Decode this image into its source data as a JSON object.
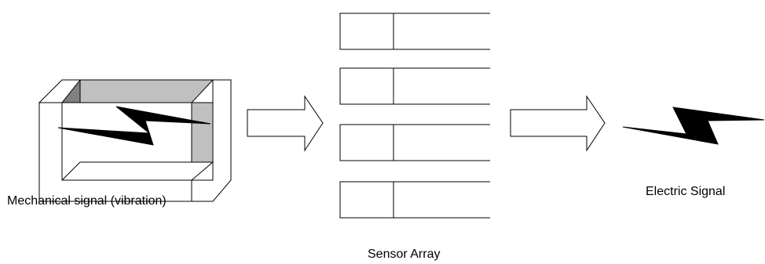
{
  "diagram": {
    "labels": {
      "mechanical_signal": "Mechanical signal (vibration)",
      "sensor_array": "Sensor Array",
      "electric_signal": "Electric Signal"
    },
    "components": {
      "mechanical_box_icon": "open-box-with-lightning",
      "arrow_icon": "block-right-arrow",
      "sensor_icon": "sensor-element",
      "signal_icon": "lightning-bolt"
    },
    "sensor_count": 4,
    "colors": {
      "stroke": "#000000",
      "box_back_wall": "#c0c0c0",
      "box_side_wall": "#808080",
      "bolt": "#000000",
      "background": "#ffffff"
    }
  }
}
